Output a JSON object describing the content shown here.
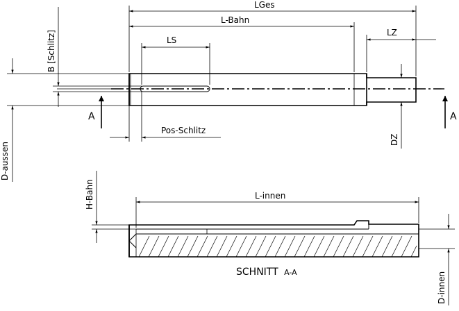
{
  "dimensions": {
    "lges": "LGes",
    "l_bahn": "L-Bahn",
    "ls": "LS",
    "lz": "LZ",
    "b_schlitz": "B [Schlitz]",
    "d_aussen": "D-aussen",
    "pos_schlitz": "Pos-Schlitz",
    "dz": "DZ",
    "h_bahn": "H-Bahn",
    "l_innen": "L-innen",
    "d_innen": "D-innen"
  },
  "section_markers": {
    "left": "A",
    "right": "A"
  },
  "section_title": "SCHNITT",
  "section_subtitle": "A-A"
}
